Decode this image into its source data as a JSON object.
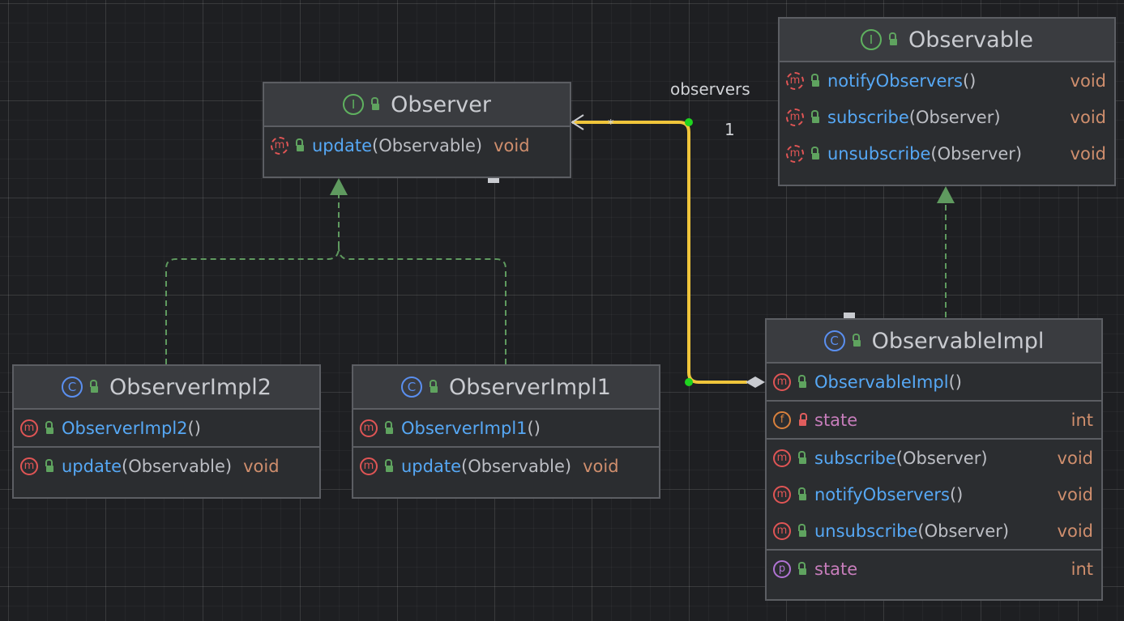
{
  "diagram": {
    "edge_labels": {
      "observers": "observers",
      "one": "1",
      "star": "*"
    },
    "nodes": {
      "observer": {
        "kind_icon": "interface-icon",
        "kind_glyph": "I",
        "name": "Observer",
        "methods": [
          {
            "icon": "m",
            "name": "update",
            "params": "(Observable)",
            "type": "void"
          }
        ]
      },
      "observable": {
        "kind_icon": "interface-icon",
        "kind_glyph": "I",
        "name": "Observable",
        "methods": [
          {
            "icon": "m",
            "name": "notifyObservers",
            "params": "()",
            "type": "void"
          },
          {
            "icon": "m",
            "name": "subscribe",
            "params": "(Observer)",
            "type": "void"
          },
          {
            "icon": "m",
            "name": "unsubscribe",
            "params": "(Observer)",
            "type": "void"
          }
        ]
      },
      "observer_impl2": {
        "kind_icon": "class-icon",
        "kind_glyph": "C",
        "name": "ObserverImpl2",
        "constructor": {
          "icon": "m",
          "name": "ObserverImpl2",
          "params": "()"
        },
        "methods": [
          {
            "icon": "m",
            "name": "update",
            "params": "(Observable)",
            "type": "void"
          }
        ]
      },
      "observer_impl1": {
        "kind_icon": "class-icon",
        "kind_glyph": "C",
        "name": "ObserverImpl1",
        "constructor": {
          "icon": "m",
          "name": "ObserverImpl1",
          "params": "()"
        },
        "methods": [
          {
            "icon": "m",
            "name": "update",
            "params": "(Observable)",
            "type": "void"
          }
        ]
      },
      "observable_impl": {
        "kind_icon": "class-icon",
        "kind_glyph": "C",
        "name": "ObservableImpl",
        "constructor": {
          "icon": "m",
          "name": "ObservableImpl",
          "params": "()"
        },
        "fields": [
          {
            "icon": "f",
            "name": "state",
            "type": "int"
          }
        ],
        "methods": [
          {
            "icon": "m",
            "name": "subscribe",
            "params": "(Observer)",
            "type": "void"
          },
          {
            "icon": "m",
            "name": "notifyObservers",
            "params": "()",
            "type": "void"
          },
          {
            "icon": "m",
            "name": "unsubscribe",
            "params": "(Observer)",
            "type": "void"
          }
        ],
        "properties": [
          {
            "icon": "p",
            "name": "state",
            "type": "int"
          }
        ]
      }
    },
    "colors": {
      "background": "#1e1f22",
      "node_bg": "#2b2d30",
      "method_name": "#56a8f5",
      "type": "#cf8e6d",
      "field_name": "#c77dbb",
      "realization": "#5f9a5f",
      "selected_edge": "#f0c53b"
    }
  }
}
